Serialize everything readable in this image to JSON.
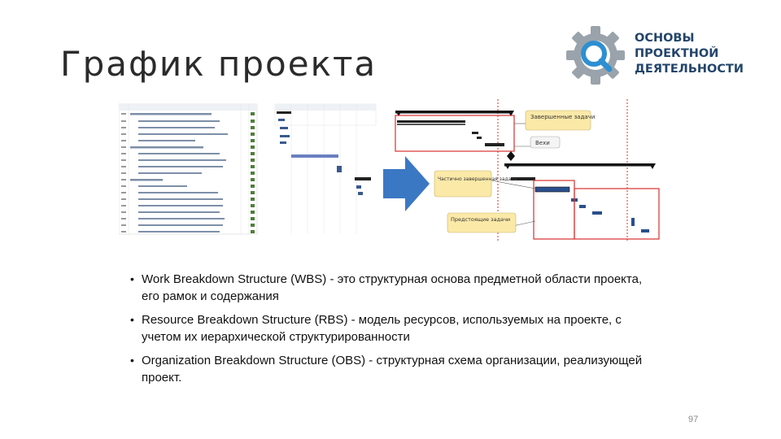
{
  "slide": {
    "title": "График проекта",
    "page_number": "97"
  },
  "logo": {
    "line1": "ОСНОВЫ",
    "line2": "ПРОЕКТНОЙ",
    "line3": "ДЕЯТЕЛЬНОСТИ",
    "icon": "gear-magnifier-icon",
    "colors": {
      "gear": "#9aa3ab",
      "lens": "#2e8fd1",
      "text": "#23456b"
    }
  },
  "figure": {
    "callouts": {
      "completed": "Завершенные задачи",
      "milestone": "Вехи",
      "partial": "Частично завершенная задача",
      "upcoming": "Предстоящие задачи"
    },
    "arrow_color": "#3b78c4",
    "highlight_color": "#d9302e",
    "callout_fill": "#fbe9a8"
  },
  "bullets": [
    "Work Breakdown Structure (WBS) - это структурная основа предметной области проекта, его рамок и содержания",
    "Resource Breakdown Structure (RBS) - модель ресурсов, используемых на проекте, с учетом их иерархической структурированности",
    "Organization Breakdown Structure (OBS) - структурная схема организации, реализующей проект."
  ]
}
